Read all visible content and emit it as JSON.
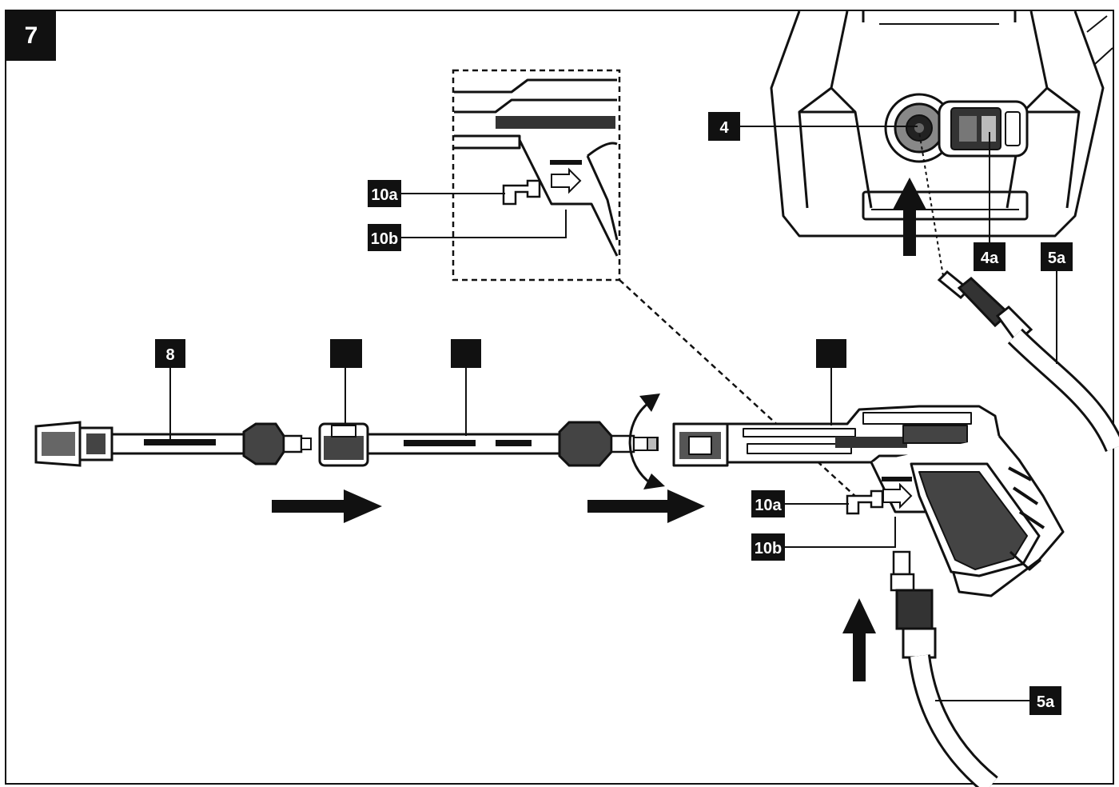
{
  "figure": {
    "number": "7"
  },
  "labels": {
    "pump_outlet": "4",
    "power_switch": "4a",
    "hose_top": "5a",
    "hose_bottom": "5a",
    "lance_nozzle": "8",
    "inset_lock": "10a",
    "inset_release": "10b",
    "gun_lock": "10a",
    "gun_release": "10b",
    "extension_connector": "",
    "extension_tube": "",
    "gun_body": ""
  },
  "colors": {
    "ink": "#111111",
    "paper": "#ffffff",
    "fill": "#d9d9d9"
  }
}
